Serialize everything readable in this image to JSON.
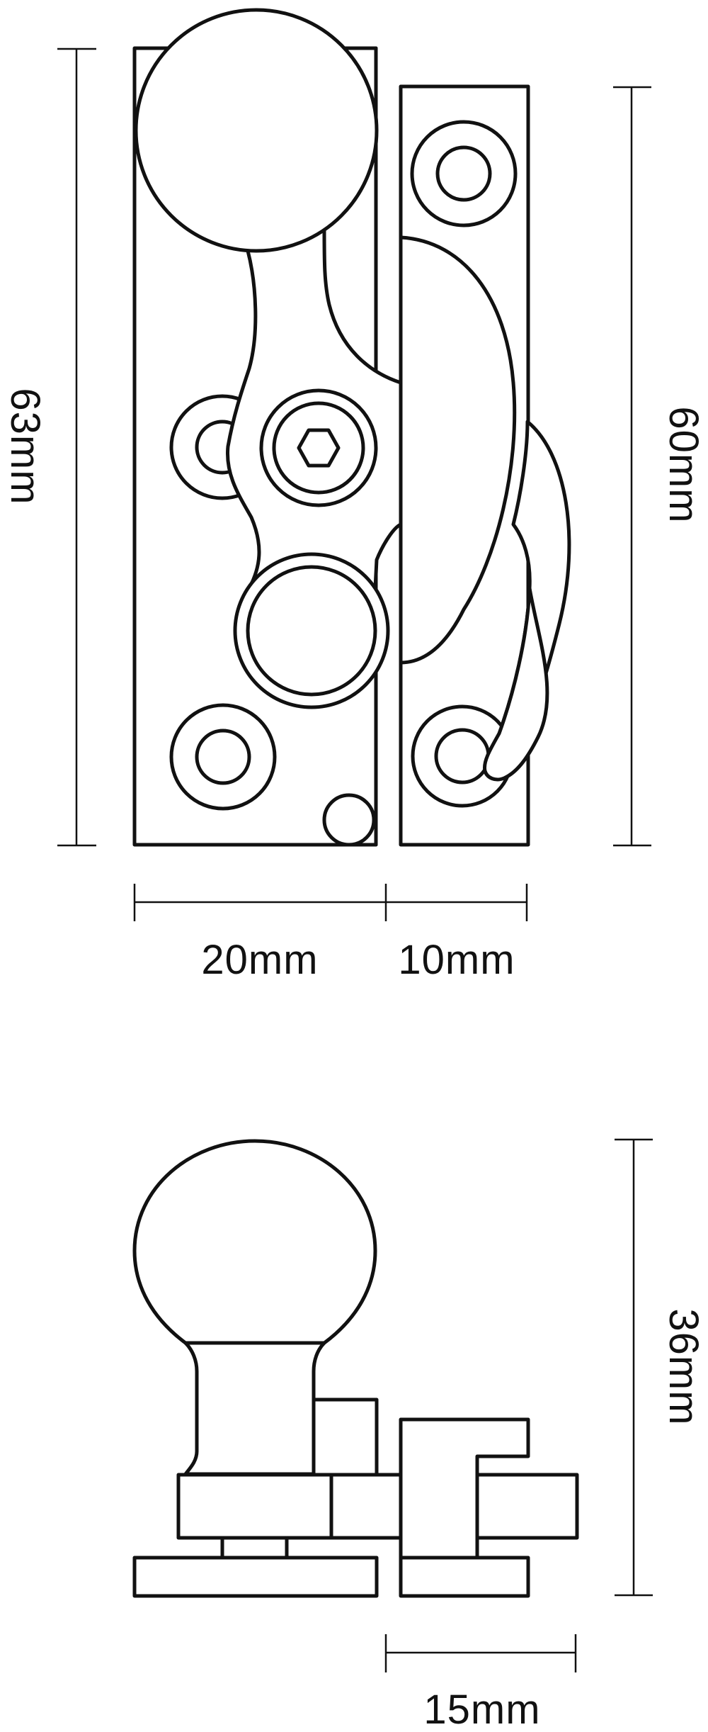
{
  "diagram": {
    "subject": "Sash fastener technical drawing",
    "colors": {
      "line": "#111111",
      "background": "#ffffff"
    },
    "views": [
      {
        "name": "front-view",
        "parts": [
          "fastener-plate",
          "knob",
          "cam-lever",
          "keep-plate",
          "fixing-screws",
          "pivot-screw",
          "ring-boss",
          "locating-pin"
        ]
      },
      {
        "name": "side-view",
        "parts": [
          "knob",
          "neck",
          "base-block",
          "stem",
          "base-plate",
          "keep-body",
          "keep-tongue",
          "keep-base-plate"
        ]
      }
    ],
    "dimensions": {
      "front_height_fastener": {
        "label": "63mm",
        "value": 63,
        "unit": "mm",
        "orientation": "vertical"
      },
      "front_height_keep": {
        "label": "60mm",
        "value": 60,
        "unit": "mm",
        "orientation": "vertical"
      },
      "front_width_fastener": {
        "label": "20mm",
        "value": 20,
        "unit": "mm",
        "orientation": "horizontal"
      },
      "front_width_keep": {
        "label": "10mm",
        "value": 10,
        "unit": "mm",
        "orientation": "horizontal"
      },
      "side_height": {
        "label": "36mm",
        "value": 36,
        "unit": "mm",
        "orientation": "vertical"
      },
      "side_projection": {
        "label": "15mm",
        "value": 15,
        "unit": "mm",
        "orientation": "horizontal"
      }
    }
  }
}
